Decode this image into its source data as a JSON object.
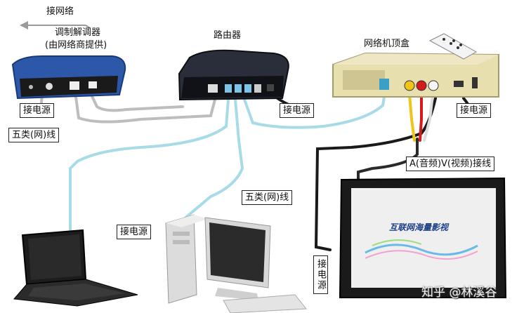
{
  "labels": {
    "internet": "接网络",
    "modem_line1": "调制解调器",
    "modem_line2": "(由网络商提供)",
    "router": "路由器",
    "stb": "网络机顶盒",
    "power": "接电源",
    "cat5": "五类(网)线",
    "av": "A(音频)V(视频)接线",
    "tv_screen": "互联网海量影视"
  },
  "watermark": "知乎 @林溪谷",
  "colors": {
    "ethernet": "#a8dbe8",
    "power_cord": "#1a1a1a",
    "gray_cord": "#bdbdbd",
    "modem_body": "#2d57a8",
    "router_body": "#2a2e3a",
    "stb_body": "#e8dfae",
    "av_red": "#d41a1a",
    "av_yellow": "#f0c419",
    "av_white": "#f5f5f5"
  }
}
